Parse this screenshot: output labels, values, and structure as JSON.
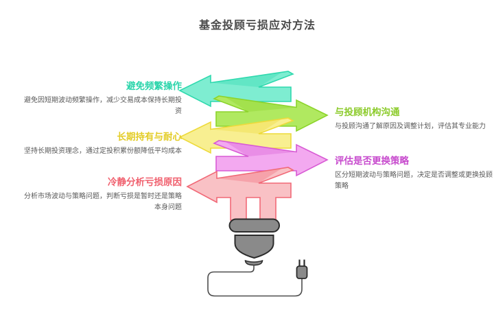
{
  "title": "基金投顾亏损应对方法",
  "items": [
    {
      "id": "avoid-frequent-trading",
      "side": "left",
      "title": "避免频繁操作",
      "desc": "避免因短期波动频繁操作，减少交易成本保持长期投资",
      "color": "#2bd5ab"
    },
    {
      "id": "communicate-with-advisor",
      "side": "right",
      "title": "与投顾机构沟通",
      "desc": "与投顾沟通了解原因及调整计划，评估其专业能力",
      "color": "#8ccb2b"
    },
    {
      "id": "long-term-holding-patience",
      "side": "left",
      "title": "长期持有与耐心",
      "desc": "坚持长期投资理念，通过定投积累份额降低平均成本",
      "color": "#e3cc25"
    },
    {
      "id": "evaluate-strategy-change",
      "side": "right",
      "title": "评估是否更换策略",
      "desc": "区分短期波动与策略问题，决定是否调整或更换投顾策略",
      "color": "#c74acd"
    },
    {
      "id": "analyze-loss-cause",
      "side": "left",
      "title": "冷静分析亏损原因",
      "desc": "分析市场波动与策略问题，判断亏损是暂时还是策略本身问题",
      "color": "#f0606e"
    }
  ],
  "arrows": [
    {
      "name": "avoid-frequent-trading-arrow",
      "direction": "left",
      "fill": "#7eedd1",
      "stroke": "#2fd9ae"
    },
    {
      "name": "communicate-with-advisor-arrow",
      "direction": "right",
      "fill": "#b0e960",
      "stroke": "#8cd42b"
    },
    {
      "name": "long-term-holding-arrow",
      "direction": "left",
      "fill": "#f8ef91",
      "stroke": "#eddA3a"
    },
    {
      "name": "evaluate-strategy-arrow",
      "direction": "right",
      "fill": "#f3a9f0",
      "stroke": "#d85bd4"
    },
    {
      "name": "analyze-loss-cause-arrow",
      "direction": "left",
      "fill": "#f9c1c5",
      "stroke": "#f16977"
    }
  ],
  "bulb": {
    "metal_fill": "#8a8a8a",
    "metal_stroke": "#2b2b2b",
    "cable_stroke": "#4d4d4d"
  },
  "text_colors": {
    "page_title": "#4a4a4a",
    "description": "#595959"
  }
}
